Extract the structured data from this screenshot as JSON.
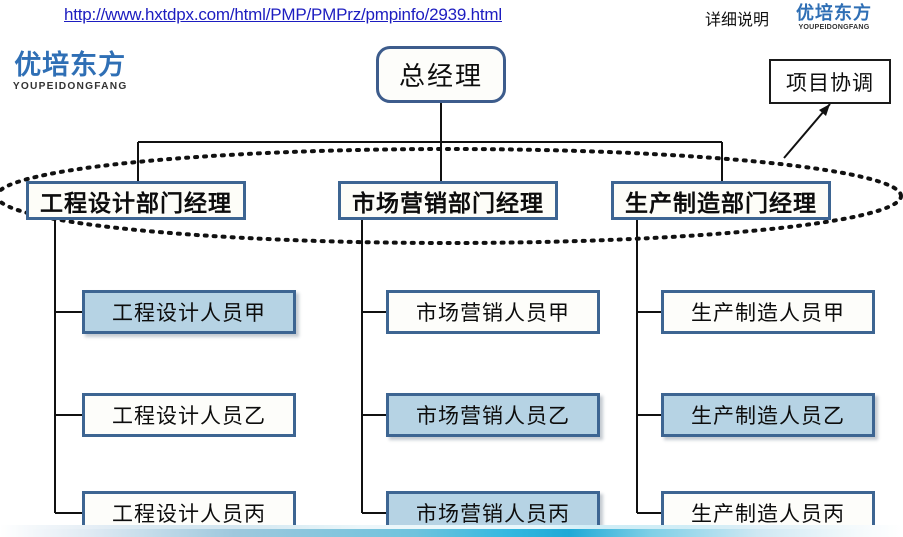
{
  "header": {
    "url": "http://www.hxtdpx.com/html/PMP/PMPrz/pmpinfo/2939.html",
    "note": "详细说明"
  },
  "logo": {
    "cn": "优培东方",
    "en": "YOUPEIDONGFANG"
  },
  "chart": {
    "top": {
      "label": "总经理"
    },
    "side_note": {
      "label": "项目协调"
    },
    "managers": [
      {
        "label": "工程设计部门经理"
      },
      {
        "label": "市场营销部门经理"
      },
      {
        "label": "生产制造部门经理"
      }
    ],
    "columns": [
      {
        "manager": "工程设计部门经理",
        "staff": [
          {
            "label": "工程设计人员甲",
            "highlighted": true
          },
          {
            "label": "工程设计人员乙",
            "highlighted": false
          },
          {
            "label": "工程设计人员丙",
            "highlighted": false
          }
        ]
      },
      {
        "manager": "市场营销部门经理",
        "staff": [
          {
            "label": "市场营销人员甲",
            "highlighted": false
          },
          {
            "label": "市场营销人员乙",
            "highlighted": true
          },
          {
            "label": "市场营销人员丙",
            "highlighted": true
          }
        ]
      },
      {
        "manager": "生产制造部门经理",
        "staff": [
          {
            "label": "生产制造人员甲",
            "highlighted": false
          },
          {
            "label": "生产制造人员乙",
            "highlighted": true
          },
          {
            "label": "生产制造人员丙",
            "highlighted": false
          }
        ]
      }
    ]
  },
  "colors": {
    "link": "#1d1dc0",
    "box_border": "#3d6592",
    "highlight_fill": "#b6d3e4",
    "logo_blue": "#2f6fb5",
    "ellipse_dots": "#111111"
  }
}
